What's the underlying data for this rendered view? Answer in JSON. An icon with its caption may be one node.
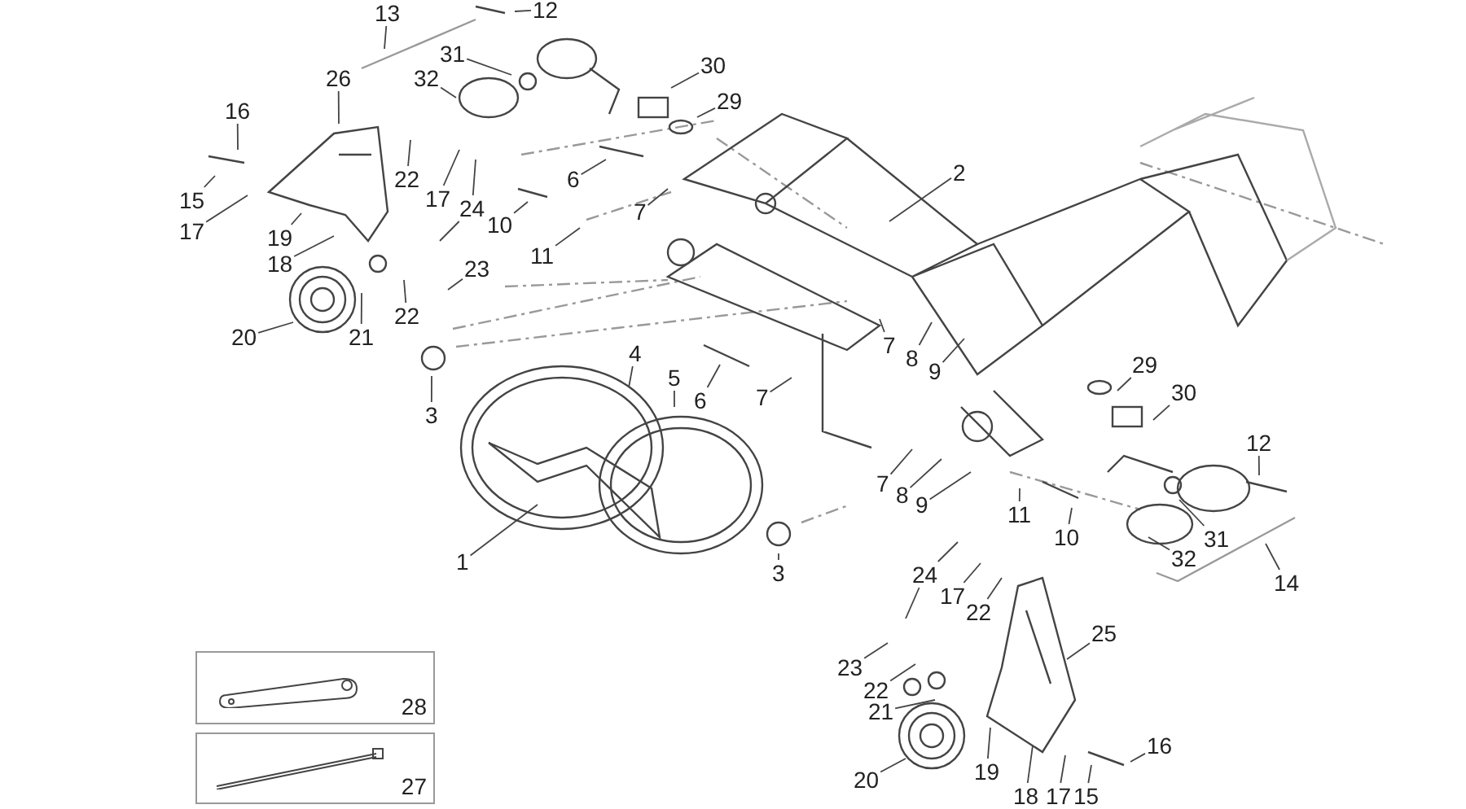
{
  "diagram": {
    "nodes": [
      {
        "text": [
          "13"
        ]
      },
      {
        "text": [
          "12"
        ]
      },
      {
        "text": [
          "32"
        ]
      },
      {
        "text": [
          "31"
        ]
      },
      {
        "text": [
          "30"
        ]
      },
      {
        "text": [
          "29"
        ]
      },
      {
        "text": [
          "26"
        ]
      },
      {
        "text": [
          "16"
        ]
      },
      {
        "text": [
          "22"
        ]
      },
      {
        "text": [
          "6"
        ]
      },
      {
        "text": [
          "2"
        ]
      },
      {
        "text": [
          "15"
        ]
      },
      {
        "text": [
          "17"
        ]
      },
      {
        "text": [
          "24"
        ]
      },
      {
        "text": [
          "7"
        ]
      },
      {
        "text": [
          "10"
        ]
      },
      {
        "text": [
          "17"
        ]
      },
      {
        "text": [
          "19"
        ]
      },
      {
        "text": [
          "11"
        ]
      },
      {
        "text": [
          "18"
        ]
      },
      {
        "text": [
          "23"
        ]
      },
      {
        "text": [
          "22"
        ]
      },
      {
        "text": [
          "20"
        ]
      },
      {
        "text": [
          "21"
        ]
      },
      {
        "text": [
          "7"
        ]
      },
      {
        "text": [
          "4"
        ]
      },
      {
        "text": [
          "8"
        ]
      },
      {
        "text": [
          "9"
        ]
      },
      {
        "text": [
          "29"
        ]
      },
      {
        "text": [
          "5"
        ]
      },
      {
        "text": [
          "30"
        ]
      },
      {
        "text": [
          "7"
        ]
      },
      {
        "text": [
          "6"
        ]
      },
      {
        "text": [
          "3"
        ]
      },
      {
        "text": [
          "12"
        ]
      },
      {
        "text": [
          "7"
        ]
      },
      {
        "text": [
          "8"
        ]
      },
      {
        "text": [
          "9"
        ]
      },
      {
        "text": [
          "11"
        ]
      },
      {
        "text": [
          "10"
        ]
      },
      {
        "text": [
          "31"
        ]
      },
      {
        "text": [
          "32"
        ]
      },
      {
        "text": [
          "1"
        ]
      },
      {
        "text": [
          "14"
        ]
      },
      {
        "text": [
          "3"
        ]
      },
      {
        "text": [
          "24"
        ]
      },
      {
        "text": [
          "17"
        ]
      },
      {
        "text": [
          "22"
        ]
      },
      {
        "text": [
          "25"
        ]
      },
      {
        "text": [
          "23"
        ]
      },
      {
        "text": [
          "22"
        ]
      },
      {
        "text": [
          "21"
        ]
      },
      {
        "text": [
          "16"
        ]
      },
      {
        "text": [
          "19"
        ]
      },
      {
        "text": [
          "20"
        ]
      },
      {
        "text": [
          "18"
        ]
      },
      {
        "text": [
          "17"
        ]
      },
      {
        "text": [
          "15"
        ]
      },
      {
        "text": [
          "28"
        ]
      },
      {
        "text": [
          "27"
        ]
      }
    ],
    "edges": [
      {
        "from": 0,
        "to": null,
        "arrow": "none"
      },
      {
        "from": 1,
        "to": null,
        "arrow": "none"
      },
      {
        "from": 2,
        "to": null,
        "arrow": "none"
      },
      {
        "from": 3,
        "to": null,
        "arrow": "none"
      },
      {
        "from": 4,
        "to": null,
        "arrow": "none"
      },
      {
        "from": 5,
        "to": null,
        "arrow": "none"
      },
      {
        "from": 6,
        "to": null,
        "arrow": "none"
      },
      {
        "from": 7,
        "to": null,
        "arrow": "none"
      },
      {
        "from": 8,
        "to": null,
        "arrow": "none"
      },
      {
        "from": 9,
        "to": null,
        "arrow": "none"
      },
      {
        "from": 10,
        "to": null,
        "arrow": "none"
      },
      {
        "from": 11,
        "to": null,
        "arrow": "none"
      },
      {
        "from": 12,
        "to": null,
        "arrow": "none"
      },
      {
        "from": 13,
        "to": null,
        "arrow": "none"
      },
      {
        "from": 13,
        "to": null,
        "arrow": "none"
      },
      {
        "from": 14,
        "to": null,
        "arrow": "none"
      },
      {
        "from": 15,
        "to": null,
        "arrow": "none"
      },
      {
        "from": 16,
        "to": null,
        "arrow": "none"
      },
      {
        "from": 17,
        "to": null,
        "arrow": "none"
      },
      {
        "from": 18,
        "to": null,
        "arrow": "none"
      },
      {
        "from": 19,
        "to": null,
        "arrow": "none"
      },
      {
        "from": 20,
        "to": null,
        "arrow": "none"
      },
      {
        "from": 21,
        "to": null,
        "arrow": "none"
      },
      {
        "from": 22,
        "to": null,
        "arrow": "none"
      },
      {
        "from": 23,
        "to": null,
        "arrow": "none"
      },
      {
        "from": 24,
        "to": null,
        "arrow": "none"
      },
      {
        "from": 25,
        "to": null,
        "arrow": "none"
      },
      {
        "from": 26,
        "to": null,
        "arrow": "none"
      },
      {
        "from": 27,
        "to": null,
        "arrow": "none"
      },
      {
        "from": 28,
        "to": null,
        "arrow": "none"
      },
      {
        "from": 29,
        "to": null,
        "arrow": "none"
      },
      {
        "from": 30,
        "to": null,
        "arrow": "none"
      },
      {
        "from": 31,
        "to": null,
        "arrow": "none"
      },
      {
        "from": 32,
        "to": null,
        "arrow": "none"
      },
      {
        "from": 33,
        "to": null,
        "arrow": "none"
      },
      {
        "from": 34,
        "to": null,
        "arrow": "none"
      },
      {
        "from": 35,
        "to": null,
        "arrow": "none"
      },
      {
        "from": 36,
        "to": null,
        "arrow": "none"
      },
      {
        "from": 37,
        "to": null,
        "arrow": "none"
      },
      {
        "from": 38,
        "to": null,
        "arrow": "none"
      },
      {
        "from": 39,
        "to": null,
        "arrow": "none"
      },
      {
        "from": 40,
        "to": null,
        "arrow": "none"
      },
      {
        "from": 41,
        "to": null,
        "arrow": "none"
      },
      {
        "from": 42,
        "to": null,
        "arrow": "none"
      },
      {
        "from": 43,
        "to": null,
        "arrow": "none"
      },
      {
        "from": 44,
        "to": null,
        "arrow": "none"
      },
      {
        "from": 45,
        "to": null,
        "arrow": "none"
      },
      {
        "from": 45,
        "to": null,
        "arrow": "none"
      },
      {
        "from": 46,
        "to": null,
        "arrow": "none"
      },
      {
        "from": 47,
        "to": null,
        "arrow": "none"
      },
      {
        "from": 48,
        "to": null,
        "arrow": "none"
      },
      {
        "from": 49,
        "to": null,
        "arrow": "none"
      },
      {
        "from": 50,
        "to": null,
        "arrow": "none"
      },
      {
        "from": 51,
        "to": null,
        "arrow": "none"
      },
      {
        "from": 52,
        "to": null,
        "arrow": "none"
      },
      {
        "from": 53,
        "to": null,
        "arrow": "none"
      },
      {
        "from": 54,
        "to": null,
        "arrow": "none"
      },
      {
        "from": 55,
        "to": null,
        "arrow": "none"
      },
      {
        "from": 56,
        "to": null,
        "arrow": "none"
      },
      {
        "from": 57,
        "to": null,
        "arrow": "none"
      }
    ]
  }
}
